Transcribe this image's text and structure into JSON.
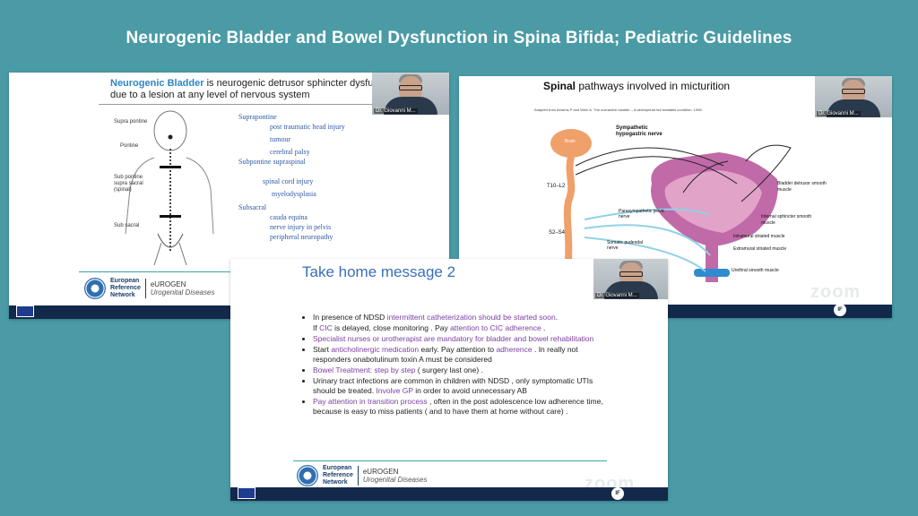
{
  "title": "Neurogenic Bladder and Bowel Dysfunction in Spina Bifida; Pediatric Guidelines",
  "speaker": "Dr. Giovanni M...",
  "slide1": {
    "heading_bold": "Neurogenic Bladder",
    "heading_rest": " is neurogenic detrusor sphincter dysfunction",
    "heading_line2": "due to a lesion at any level of nervous system",
    "body_labels": [
      "Supra pontine",
      "Pontine",
      "Sub pontine supra sacral (spinal)",
      "Sub sacral"
    ],
    "list": [
      {
        "text": "Suprapontine",
        "indent": 0
      },
      {
        "text": "post traumatic head injury",
        "indent": 1
      },
      {
        "text": "tumour",
        "indent": 1
      },
      {
        "text": "cerebral palsy",
        "indent": 1
      },
      {
        "text": "Subpontine supraspinal",
        "indent": 0
      },
      {
        "text": "",
        "indent": 0
      },
      {
        "text": "spinal cord injury",
        "indent": 1
      },
      {
        "text": "myelodysplasia",
        "indent": 2
      },
      {
        "text": "Subsacral",
        "indent": 0
      },
      {
        "text": "cauda equina",
        "indent": 1
      },
      {
        "text": "nerve injury in pelvis",
        "indent": 1
      },
      {
        "text": "peripheral neuropathy",
        "indent": 1
      }
    ],
    "ern_line1": "European",
    "ern_line2": "Reference",
    "ern_line3": "Network",
    "eurogen": "eUROGEN",
    "eurogen_sub": "Urogenital Diseases"
  },
  "slide2": {
    "heading_bold": "Spinal",
    "heading_rest": " pathways involved in micturition",
    "credit": "Adapted from Abrams P and Wein A. The overactive bladder – A widespread but treatable condition. 1998.",
    "labels": {
      "brain": "Brain",
      "sympathetic": "Sympathetic hypogastric nerve",
      "t10": "T10–L2",
      "parasympathetic": "Parasympathetic pelvic nerve",
      "s2": "S2–S4",
      "somatic": "Somatic pudendal nerve",
      "detrusor": "Bladder detrusor smooth muscle",
      "internal": "Internal sphincter smooth muscle",
      "intramural": "Intramural striated muscle",
      "extramural": "Extramural striated muscle",
      "urethral": "Urethral smooth muscle"
    },
    "zoom": "zoom",
    "ifsb": "IF"
  },
  "slide3": {
    "heading": "Take home message 2",
    "bullets": [
      {
        "parts": [
          {
            "t": "In presence of NDSD  ",
            "c": "n"
          },
          {
            "t": "intermittent catheterization should be started soon",
            "c": "p"
          },
          {
            "t": ".",
            "c": "n"
          }
        ]
      },
      {
        "cont": true,
        "parts": [
          {
            "t": "If  ",
            "c": "n"
          },
          {
            "t": "CIC",
            "c": "p"
          },
          {
            "t": " is delayed, close monitoring . Pay ",
            "c": "n"
          },
          {
            "t": "attention to CIC  adherence",
            "c": "p"
          },
          {
            "t": " .",
            "c": "n"
          }
        ]
      },
      {
        "parts": [
          {
            "t": "Specialist nurses or urotherapist are mandatory for bladder and bowel rehabilitation",
            "c": "p"
          }
        ]
      },
      {
        "parts": [
          {
            "t": "Start ",
            "c": "n"
          },
          {
            "t": "anticholinergic medication",
            "c": "p"
          },
          {
            "t": " early. Pay attention to ",
            "c": "n"
          },
          {
            "t": "adherence",
            "c": "p"
          },
          {
            "t": " . In really not responders onabotulinum toxin A must be considered",
            "c": "n"
          }
        ]
      },
      {
        "parts": [
          {
            "t": "Bowel Treatment: step by step",
            "c": "p"
          },
          {
            "t": "  ( surgery last one) .",
            "c": "n"
          }
        ]
      },
      {
        "parts": [
          {
            "t": " Urinary tract infections are common in children with NDSD , only symptomatic UTIs should be treated. ",
            "c": "n"
          },
          {
            "t": "Involve GP",
            "c": "p"
          },
          {
            "t": " in order to avoid unnecessary AB",
            "c": "n"
          }
        ]
      },
      {
        "parts": [
          {
            "t": "Pay attention in transition process",
            "c": "p"
          },
          {
            "t": " , often in the post adolescence  low adherence time, because is easy to miss patients ( and to have them at home without care) .",
            "c": "n"
          }
        ]
      }
    ],
    "zoom": "zoom",
    "ifsb": "IF"
  },
  "colors": {
    "background": "#4a9ba6",
    "purple": "#7b3fa0",
    "heading_blue": "#2e86c1"
  }
}
